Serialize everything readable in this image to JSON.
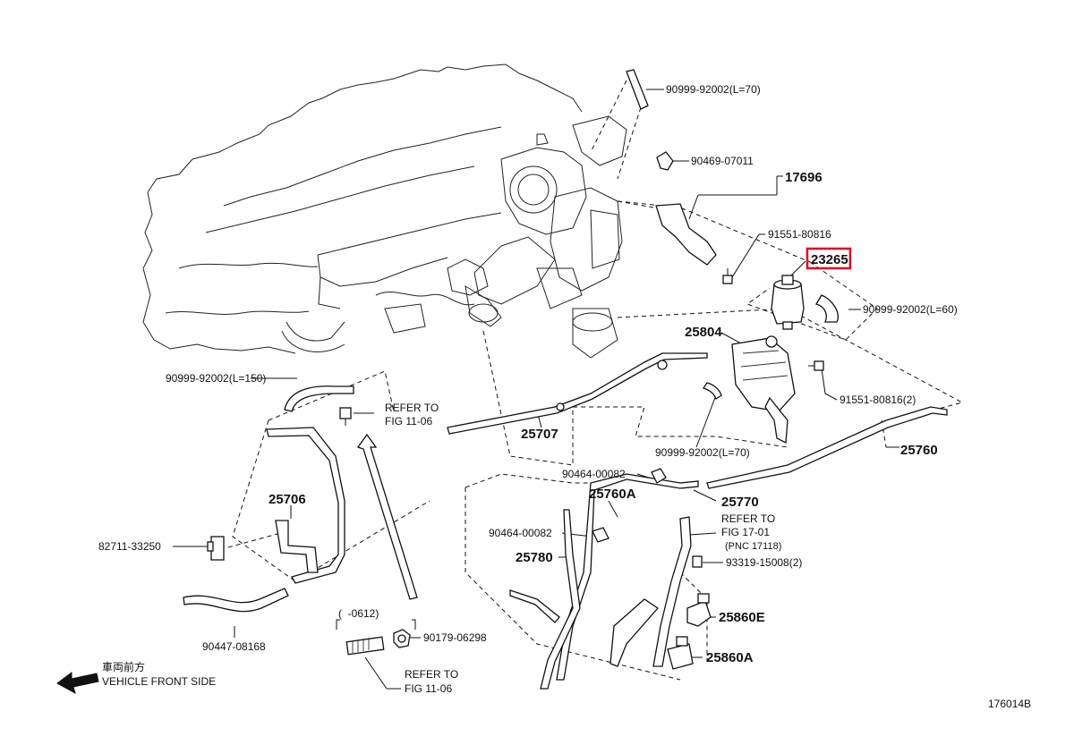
{
  "callouts": {
    "c90999_70_top": "90999-92002(L=70)",
    "c90469": "90469-07011",
    "c17696": "17696",
    "c91551": "91551-80816",
    "c23265": "23265",
    "c90999_60": "90999-92002(L=60)",
    "c25804": "25804",
    "c91551_2": "91551-80816(2)",
    "c90999_150": "90999-92002(L=150)",
    "c25707": "25707",
    "c90999_70_mid": "90999-92002(L=70)",
    "c25760": "25760",
    "c25706": "25706",
    "c90464_a": "90464-00082",
    "c25760A": "25760A",
    "c25770": "25770",
    "c90464_b": "90464-00082",
    "c25780": "25780",
    "c82711": "82711-33250",
    "c93319": "93319-15008(2)",
    "c25860E": "25860E",
    "c25860A": "25860A",
    "c90447": "90447-08168",
    "c90179": "90179-06298",
    "date_range": "(  -0612)",
    "pnc": "(PNC 17118)"
  },
  "refs": {
    "refer_to": "REFER TO",
    "fig_11_06_a": "FIG 11-06",
    "fig_17_01": "FIG 17-01",
    "fig_11_06_b": "FIG 11-06"
  },
  "front": {
    "jp": "車両前方",
    "en": "VEHICLE FRONT SIDE"
  },
  "figure_id": "176014B",
  "highlight_color": "#e3001b"
}
